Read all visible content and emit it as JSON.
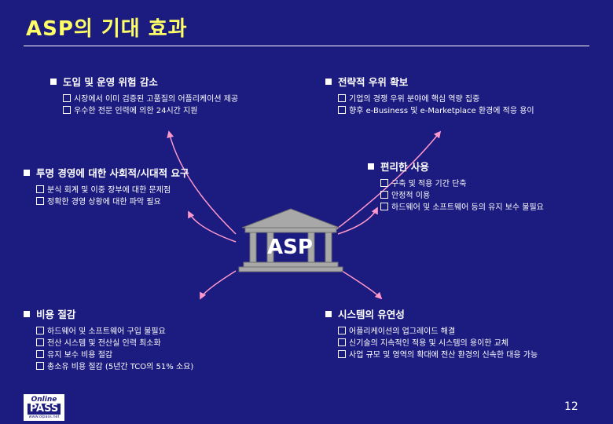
{
  "title": "ASP의 기대 효과",
  "sections": {
    "top_left": {
      "heading": "도입 및 운영 위험 감소",
      "items": [
        "시장에서 이미 검증된 고품질의 어플리케이션 제공",
        "우수한 전문 인력에 의한 24시간 지원"
      ]
    },
    "top_right": {
      "heading": "전략적 우위 확보",
      "items": [
        "기업의 경쟁 우위 분야에 핵심 역량 집중",
        "향후 e-Business 및 e-Marketplace 환경에 적응 용이"
      ]
    },
    "mid_left": {
      "heading": "투명 경영에 대한 사회적/시대적 요구",
      "items": [
        "분식 회계 및 이중 장부에 대한 문제점",
        "정확한 경영 상황에 대한 파악 필요"
      ]
    },
    "mid_right": {
      "heading": "편리한 사용",
      "items": [
        "구축 및 적용 기간 단축",
        "안정적 이용",
        "하드웨어 및 소프트웨어 등의 유지 보수 불필요"
      ]
    },
    "bottom_left": {
      "heading": "비용 절감",
      "items": [
        "하드웨어 및 소프트웨어 구입 불필요",
        "전산 시스템 및 전산실 인력 최소화",
        "유지 보수 비용 절감",
        "총소유 비용 절감 (5년간 TCO의 51% 소요)"
      ]
    },
    "bottom_right": {
      "heading": "시스템의 유연성",
      "items": [
        "어플리케이션의 업그레이드 해결",
        "신기술의 지속적인 적용 및 시스템의 용이한 교체",
        "사업 규모 및 영역의 확대에 전산 환경의 신속한 대응 가능"
      ]
    }
  },
  "center_label": "ASP",
  "logo": {
    "line1": "Online",
    "line2": "PASS",
    "line3": "www.olpass.net"
  },
  "page_number": "12",
  "colors": {
    "background": "#1b1b80",
    "title": "#ffff66",
    "arrow": "#ff99cc",
    "building": "#a8a8a8"
  }
}
